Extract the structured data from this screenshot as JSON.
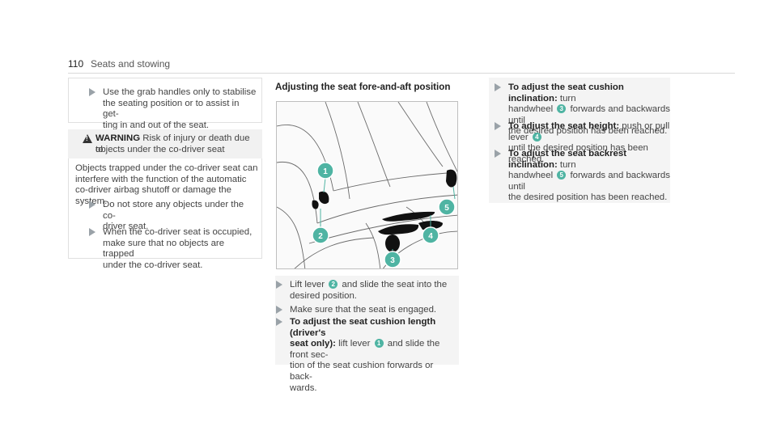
{
  "header": {
    "page_number": "110",
    "section": "Seats and stowing"
  },
  "left_column": {
    "bullet1": [
      "Use the grab handles only to stabilise",
      "the seating position or to assist in get-",
      "ting in and out of the seat."
    ],
    "warning": {
      "title": "WARNING",
      "line1": "Risk of injury or death due to",
      "line2": "objects under the co-driver seat",
      "paragraph": [
        "Objects trapped under the co-driver seat can",
        "interfere with the function of the automatic",
        "co-driver airbag shutoff or damage the system."
      ],
      "bullet_a": [
        "Do not store any objects under the co-",
        "driver seat."
      ],
      "bullet_b": [
        "When the co-driver seat is occupied,",
        "make sure that no objects are trapped",
        "under the co-driver seat."
      ]
    }
  },
  "middle_column": {
    "title": "Adjusting the seat fore-and-aft position",
    "callouts": [
      "1",
      "2",
      "3",
      "4",
      "5"
    ],
    "step1": {
      "pre": "Lift lever",
      "num": "2",
      "post": "and slide the seat into the",
      "line2": "desired position."
    },
    "step2": "Make sure that the seat is engaged.",
    "step3": {
      "bold1": "To adjust the seat cushion length (driver's",
      "bold2": "seat only):",
      "pre": "lift lever",
      "num": "1",
      "post": "and slide the front sec-",
      "line3": "tion of the seat cushion forwards or back-",
      "line4": "wards."
    }
  },
  "right_column": {
    "step1": {
      "bold": "To adjust the seat cushion inclination:",
      "post": "turn",
      "line2_pre": "handwheel",
      "num": "3",
      "line2_post": "forwards and backwards until",
      "line3": "the desired position has been reached."
    },
    "step2": {
      "bold": "To adjust the seat height:",
      "post": "push or pull lever",
      "num": "4",
      "line2": "until the desired position has been reached."
    },
    "step3": {
      "bold": "To adjust the seat backrest inclination:",
      "post": "turn",
      "line2_pre": "handwheel",
      "num": "5",
      "line2_post": "forwards and backwards until",
      "line3": "the desired position has been reached."
    }
  },
  "colors": {
    "accent": "#4fb4a3",
    "arrow": "#9aa2a8",
    "rule": "#d9d9d9"
  }
}
